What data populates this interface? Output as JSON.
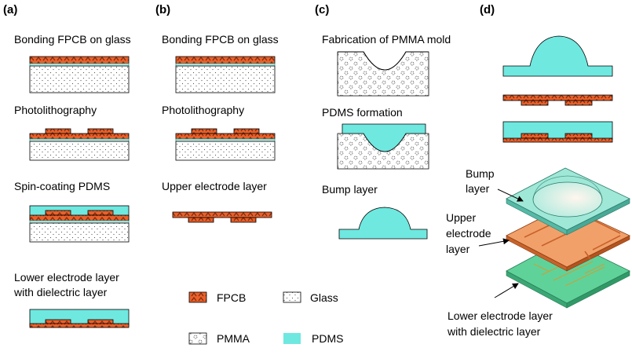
{
  "panels": {
    "a": {
      "label": "(a)",
      "step1": "Bonding FPCB on glass",
      "step2": "Photolithography",
      "step3": "Spin-coating PDMS",
      "step4_line1": "Lower electrode layer",
      "step4_line2": "with dielectric layer"
    },
    "b": {
      "label": "(b)",
      "step1": "Bonding FPCB on glass",
      "step2": "Photolithography",
      "step3": "Upper electrode layer"
    },
    "c": {
      "label": "(c)",
      "step1": "Fabrication of PMMA mold",
      "step2": "PDMS formation",
      "step3": "Bump layer"
    },
    "d": {
      "label": "(d)",
      "callout_bump_line1": "Bump",
      "callout_bump_line2": "layer",
      "callout_upper_line1": "Upper",
      "callout_upper_line2": "electrode",
      "callout_upper_line3": "layer",
      "callout_lower_line1": "Lower electrode layer",
      "callout_lower_line2": "with dielectric layer"
    }
  },
  "legend": {
    "fpcb": "FPCB",
    "glass": "Glass",
    "pmma": "PMMA",
    "pdms": "PDMS"
  },
  "colors": {
    "fpcb_orange": "#e8612c",
    "fpcb_dark": "#8a2d0c",
    "pdms_cyan": "#6fe8e0",
    "glass_fill": "#ffffff",
    "teal_line": "#2aa59a",
    "upper_layer_orange": "#f2a06a",
    "lower_layer_green": "#5fd29a"
  }
}
